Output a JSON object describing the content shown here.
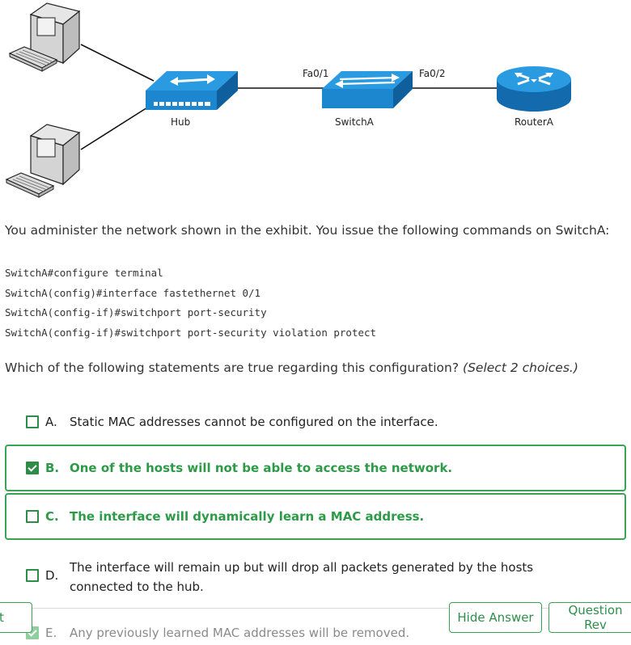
{
  "exhibit": {
    "devices": {
      "hub": "Hub",
      "switch": "SwitchA",
      "router": "RouterA"
    },
    "ports": {
      "fa01": "Fa0/1",
      "fa02": "Fa0/2"
    }
  },
  "question": {
    "intro": "You administer the network shown in the exhibit. You issue the following commands on SwitchA:",
    "code": [
      "SwitchA#configure terminal",
      "SwitchA(config)#interface fastethernet 0/1",
      "SwitchA(config-if)#switchport port-security",
      "SwitchA(config-if)#switchport port-security violation protect"
    ],
    "prompt": "Which of the following statements are true regarding this configuration?",
    "prompt_hint": "(Select 2 choices.)"
  },
  "choices": [
    {
      "letter": "A.",
      "text": "Static MAC addresses cannot be configured on the interface.",
      "checked": false,
      "correct": false
    },
    {
      "letter": "B.",
      "text": "One of the hosts will not be able to access the network.",
      "checked": true,
      "correct": true
    },
    {
      "letter": "C.",
      "text": "The interface will dynamically learn a MAC address.",
      "checked": false,
      "correct": true
    },
    {
      "letter": "D.",
      "text": "The interface will remain up but will drop all packets generated by the hosts connected to the hub.",
      "checked": false,
      "correct": false
    },
    {
      "letter": "E.",
      "text": "Any previously learned MAC addresses will be removed.",
      "checked": true,
      "correct": false
    }
  ],
  "buttons": {
    "left_partial": "t",
    "hide_answer": "Hide Answer",
    "question_review": "Question Rev"
  },
  "colors": {
    "correct_green": "#3aa356",
    "device_blue": "#1a8fd6"
  }
}
